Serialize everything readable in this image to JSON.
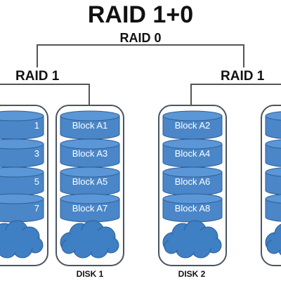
{
  "title": "RAID 1+0",
  "raid0_label": "RAID 0",
  "raid1_left_label": "RAID 1",
  "raid1_right_label": "RAID 1",
  "disks": [
    {
      "label": "",
      "blocks": [
        "1",
        "3",
        "5",
        "7"
      ]
    },
    {
      "label": "DISK 1",
      "blocks": [
        "Block A1",
        "Block A3",
        "Block A5",
        "Block A7"
      ]
    },
    {
      "label": "DISK 2",
      "blocks": [
        "Block A2",
        "Block A4",
        "Block A6",
        "Block A8"
      ]
    },
    {
      "label": "",
      "blocks": [
        "",
        "",
        "",
        ""
      ]
    }
  ],
  "colors": {
    "platter": "#4a86c8",
    "platter_edge": "#2e5f96",
    "platter_top": "#5b96d6",
    "cloud": "#3f7fc4",
    "container_stroke": "#4a5560",
    "connector": "#555555",
    "block_text": "#ffffff"
  }
}
